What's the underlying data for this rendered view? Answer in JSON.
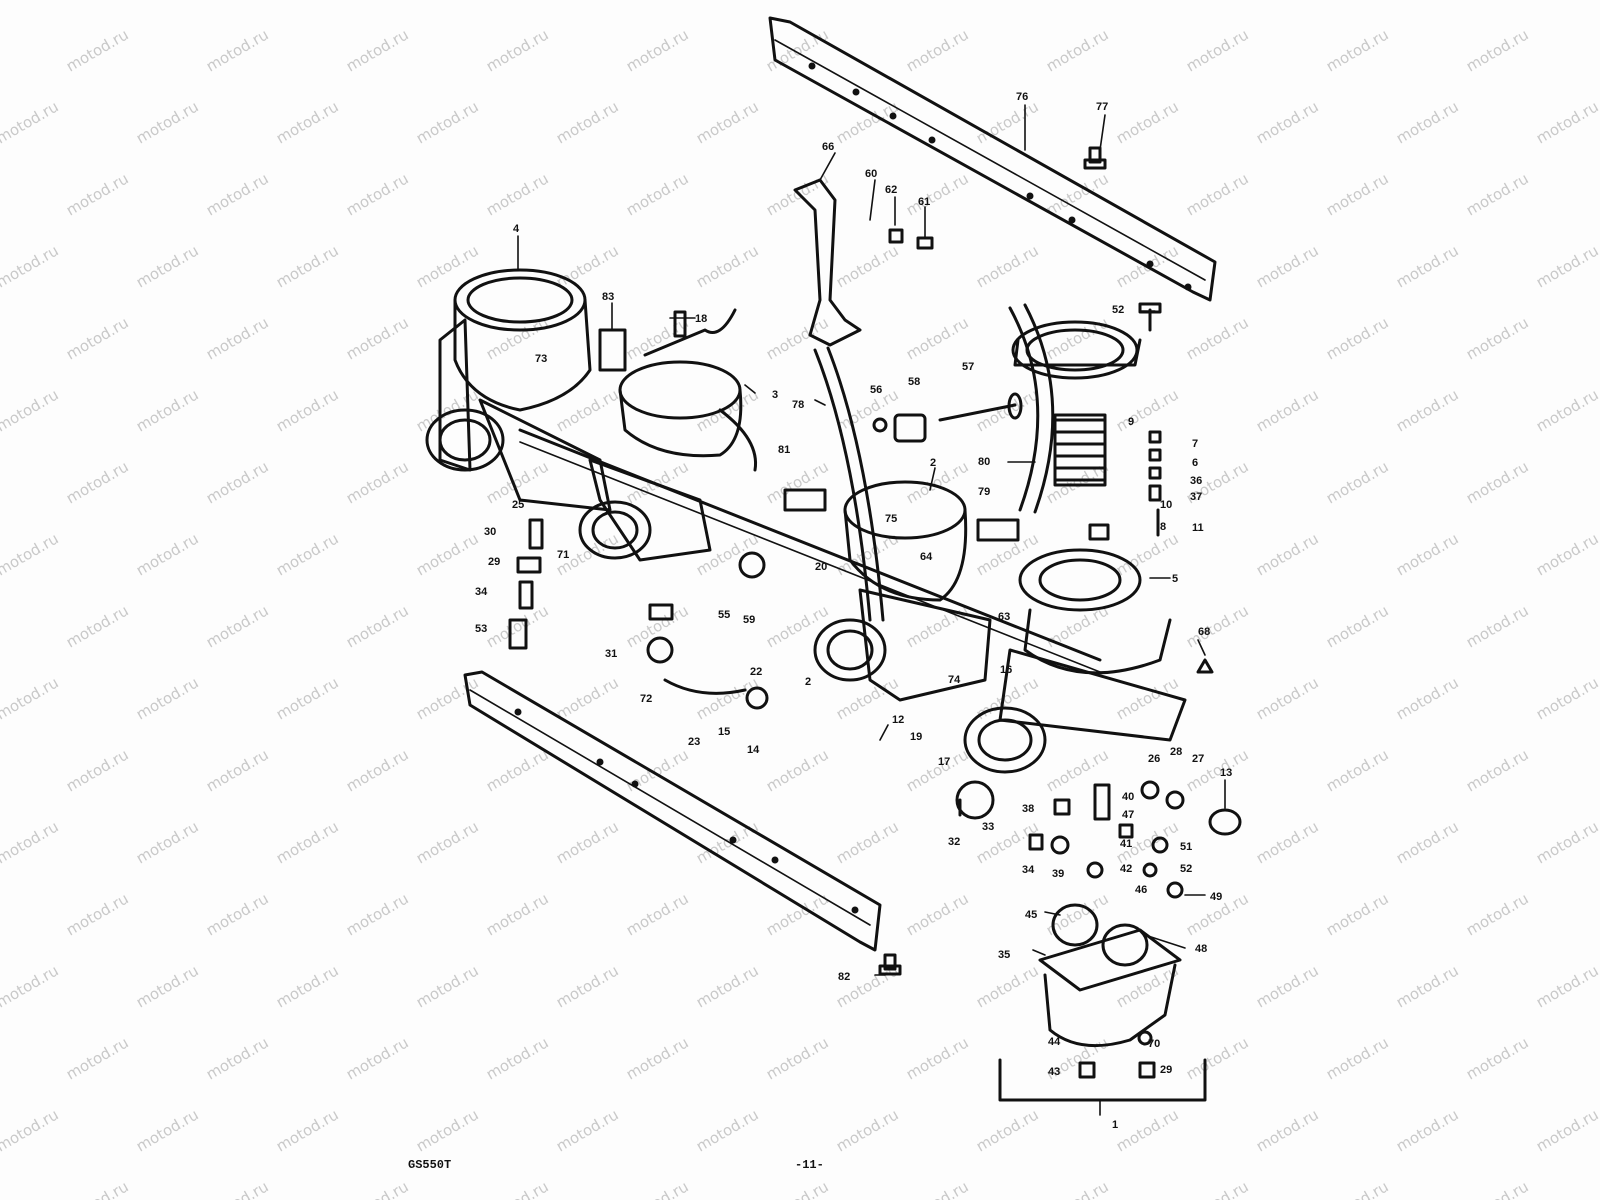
{
  "watermark": {
    "text": "motod.ru"
  },
  "footer": {
    "model": "GS550T",
    "page": "-11-"
  },
  "colors": {
    "ink": "#111111",
    "watermark": "#c9c9c9",
    "paper": "#fdfdfd"
  },
  "callouts": [
    {
      "id": "c1",
      "text": "1"
    },
    {
      "id": "c2",
      "text": "2"
    },
    {
      "id": "c2b",
      "text": "2"
    },
    {
      "id": "c3",
      "text": "3"
    },
    {
      "id": "c4",
      "text": "4"
    },
    {
      "id": "c5",
      "text": "5"
    },
    {
      "id": "c6",
      "text": "6"
    },
    {
      "id": "c7",
      "text": "7"
    },
    {
      "id": "c8",
      "text": "8"
    },
    {
      "id": "c9",
      "text": "9"
    },
    {
      "id": "c10",
      "text": "10"
    },
    {
      "id": "c11",
      "text": "11"
    },
    {
      "id": "c12",
      "text": "12"
    },
    {
      "id": "c13",
      "text": "13"
    },
    {
      "id": "c14",
      "text": "14"
    },
    {
      "id": "c15",
      "text": "15"
    },
    {
      "id": "c16",
      "text": "16"
    },
    {
      "id": "c17",
      "text": "17"
    },
    {
      "id": "c18",
      "text": "18"
    },
    {
      "id": "c19",
      "text": "19"
    },
    {
      "id": "c20",
      "text": "20"
    },
    {
      "id": "c22",
      "text": "22"
    },
    {
      "id": "c23",
      "text": "23"
    },
    {
      "id": "c25",
      "text": "25"
    },
    {
      "id": "c26",
      "text": "26"
    },
    {
      "id": "c27",
      "text": "27"
    },
    {
      "id": "c28",
      "text": "28"
    },
    {
      "id": "c29",
      "text": "29"
    },
    {
      "id": "c29b",
      "text": "29"
    },
    {
      "id": "c30",
      "text": "30"
    },
    {
      "id": "c31",
      "text": "31"
    },
    {
      "id": "c32",
      "text": "32"
    },
    {
      "id": "c33",
      "text": "33"
    },
    {
      "id": "c34",
      "text": "34"
    },
    {
      "id": "c34b",
      "text": "34"
    },
    {
      "id": "c35",
      "text": "35"
    },
    {
      "id": "c36",
      "text": "36"
    },
    {
      "id": "c37",
      "text": "37"
    },
    {
      "id": "c38",
      "text": "38"
    },
    {
      "id": "c39",
      "text": "39"
    },
    {
      "id": "c40",
      "text": "40"
    },
    {
      "id": "c41",
      "text": "41"
    },
    {
      "id": "c42",
      "text": "42"
    },
    {
      "id": "c43",
      "text": "43"
    },
    {
      "id": "c44",
      "text": "44"
    },
    {
      "id": "c45",
      "text": "45"
    },
    {
      "id": "c46",
      "text": "46"
    },
    {
      "id": "c47",
      "text": "47"
    },
    {
      "id": "c48",
      "text": "48"
    },
    {
      "id": "c49",
      "text": "49"
    },
    {
      "id": "c51",
      "text": "51"
    },
    {
      "id": "c52",
      "text": "52"
    },
    {
      "id": "c52b",
      "text": "52"
    },
    {
      "id": "c53",
      "text": "53"
    },
    {
      "id": "c55",
      "text": "55"
    },
    {
      "id": "c56",
      "text": "56"
    },
    {
      "id": "c57",
      "text": "57"
    },
    {
      "id": "c58",
      "text": "58"
    },
    {
      "id": "c59",
      "text": "59"
    },
    {
      "id": "c60",
      "text": "60"
    },
    {
      "id": "c61",
      "text": "61"
    },
    {
      "id": "c62",
      "text": "62"
    },
    {
      "id": "c63",
      "text": "63"
    },
    {
      "id": "c64",
      "text": "64"
    },
    {
      "id": "c66",
      "text": "66"
    },
    {
      "id": "c68",
      "text": "68"
    },
    {
      "id": "c70",
      "text": "70"
    },
    {
      "id": "c71",
      "text": "71"
    },
    {
      "id": "c72",
      "text": "72"
    },
    {
      "id": "c73",
      "text": "73"
    },
    {
      "id": "c74",
      "text": "74"
    },
    {
      "id": "c75",
      "text": "75"
    },
    {
      "id": "c76",
      "text": "76"
    },
    {
      "id": "c77",
      "text": "77"
    },
    {
      "id": "c78",
      "text": "78"
    },
    {
      "id": "c79",
      "text": "79"
    },
    {
      "id": "c80",
      "text": "80"
    },
    {
      "id": "c81",
      "text": "81"
    },
    {
      "id": "c82",
      "text": "82"
    },
    {
      "id": "c83",
      "text": "83"
    }
  ]
}
